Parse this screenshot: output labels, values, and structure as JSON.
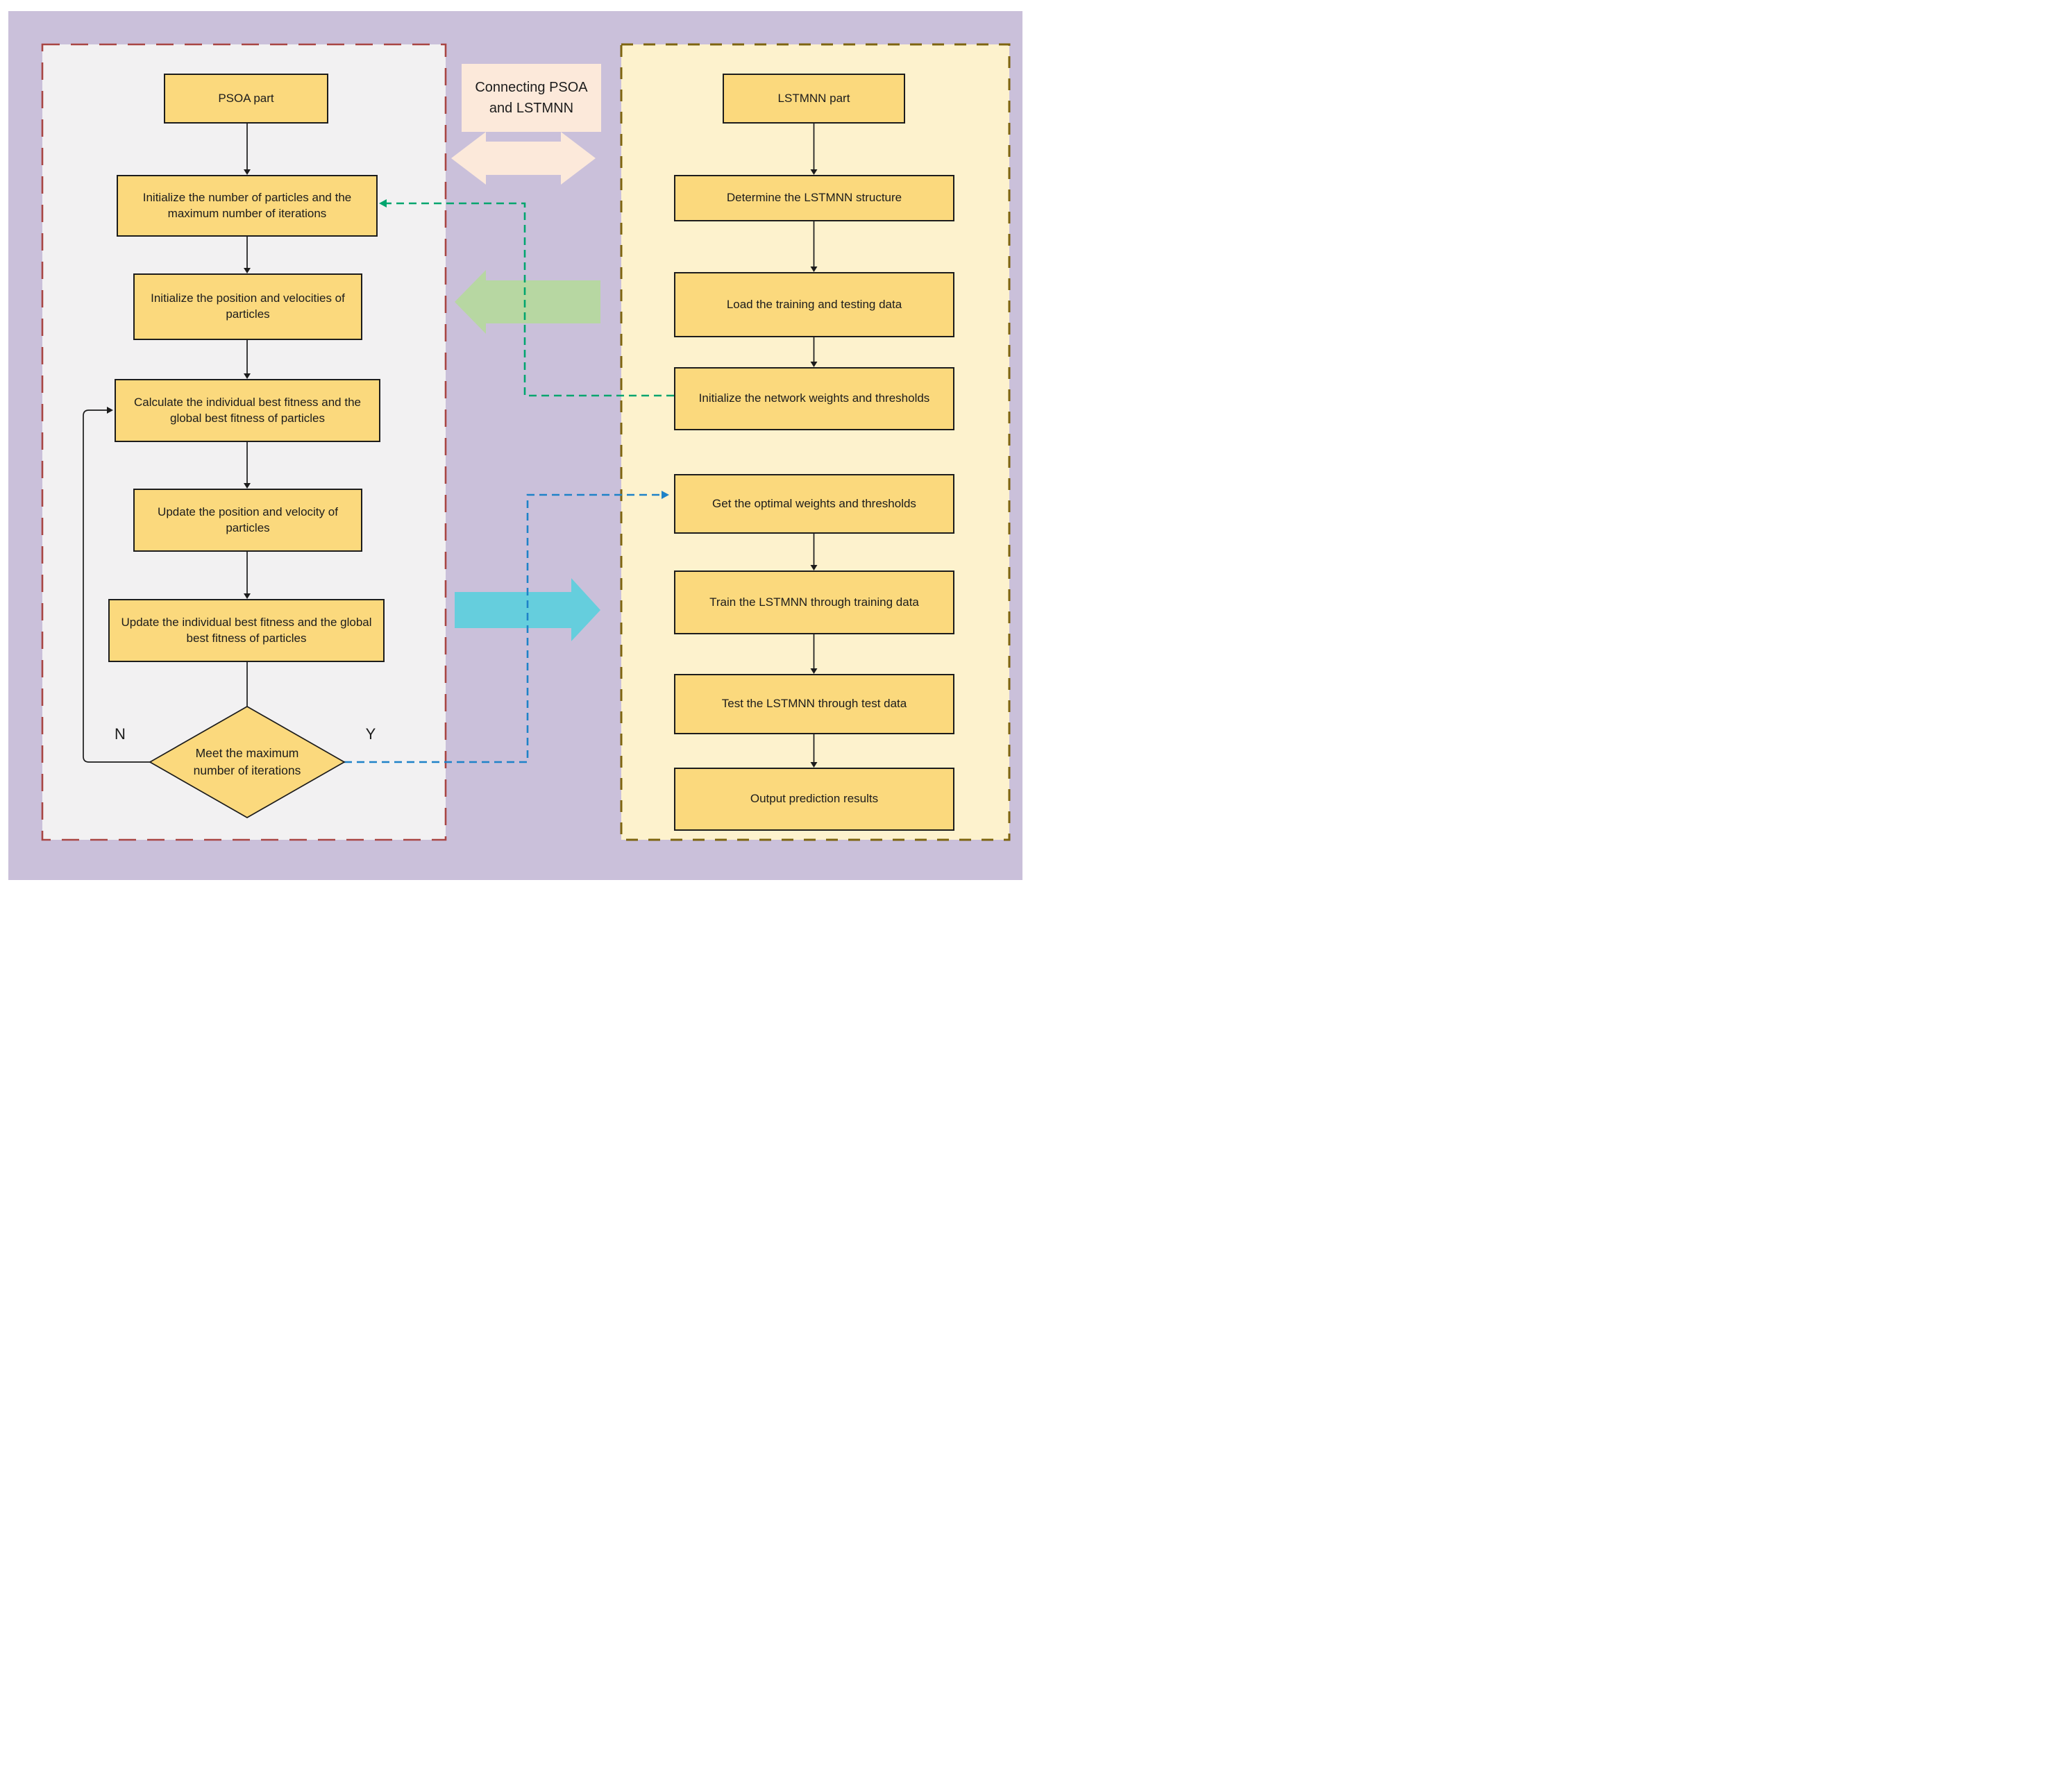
{
  "banner": {
    "line1": "Connecting PSOA",
    "line2": "and LSTMNN"
  },
  "psoa_panel": {
    "title": "PSOA  part",
    "steps": [
      "Initialize the number of particles and the maximum number of iterations",
      "Initialize the position and velocities of particles",
      "Calculate the individual best fitness and the global best fitness of particles",
      "Update the position and velocity of particles",
      "Update the individual best fitness and the global best fitness of particles"
    ],
    "decision": "Meet the maximum number of iterations",
    "branch_no": "N",
    "branch_yes": "Y"
  },
  "lstmnn_panel": {
    "title": "LSTMNN part",
    "steps": [
      "Determine the LSTMNN structure",
      "Load the training and testing data",
      "Initialize the network weights and thresholds",
      "Get the optimal weights and thresholds",
      "Train the LSTMNN through training data",
      "Test the LSTMNN through test data",
      "Output prediction results"
    ]
  },
  "colors": {
    "background": "#ffffff",
    "canvas": "#cac0da",
    "psoa_panel_bg": "#f2f1f2",
    "psoa_panel_border": "#a84543",
    "lstmnn_panel_bg": "#fdf2cd",
    "lstmnn_panel_border": "#7d6410",
    "node_fill": "#fbd97d",
    "node_border": "#1c1c1c",
    "banner_fill": "#fce9da",
    "green_arrow": "#b7d7a2",
    "cyan_arrow": "#65cedd",
    "green_dash": "#00a56e",
    "blue_dash": "#1e82c8"
  }
}
